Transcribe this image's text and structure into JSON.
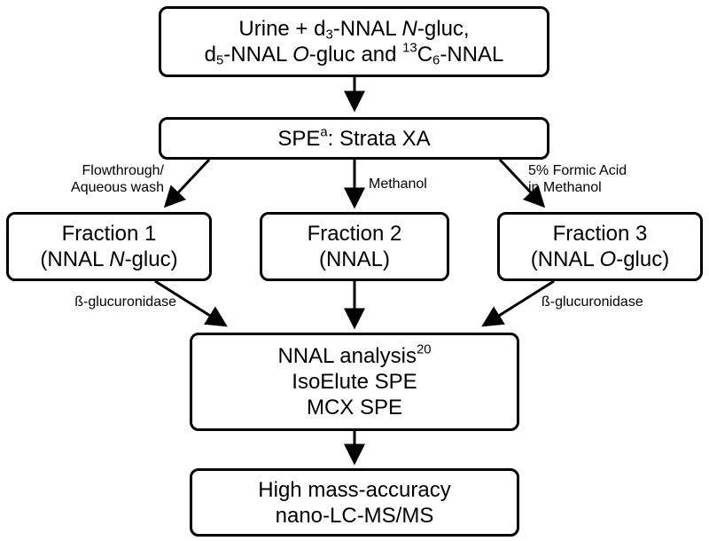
{
  "boxes": {
    "start": {
      "line1": {
        "a": "Urine + d",
        "a_sub": "3",
        "b": "-NNAL ",
        "b_it": "N",
        "c": "-gluc,"
      },
      "line2": {
        "a": "d",
        "a_sub": "5",
        "b": "-NNAL ",
        "b_it": "O",
        "c": "-gluc and ",
        "c_sup": "13",
        "d": "C",
        "d_sub": "6",
        "e": "-NNAL"
      }
    },
    "spe": {
      "text": "SPE",
      "sup": "a",
      "rest": ": Strata XA"
    },
    "fraction1": {
      "title": "Fraction 1",
      "paren_open": "(NNAL ",
      "it": "N",
      "paren_close": "-gluc)"
    },
    "fraction2": {
      "title": "Fraction 2",
      "sub": "(NNAL)"
    },
    "fraction3": {
      "title": "Fraction 3",
      "paren_open": "(NNAL ",
      "it": "O",
      "paren_close": "-gluc)"
    },
    "analysis": {
      "line1": "NNAL analysis",
      "line1_sup": "20",
      "line2": "IsoElute SPE",
      "line3": "MCX SPE"
    },
    "final": {
      "line1": "High mass-accuracy",
      "line2": "nano-LC-MS/MS"
    }
  },
  "labels": {
    "flowthrough": [
      "Flowthrough/",
      "Aqueous wash"
    ],
    "methanol": "Methanol",
    "formic": [
      "5% Formic Acid",
      "in Methanol"
    ],
    "enzyme_left": "ß-glucuronidase",
    "enzyme_right": "ß-glucuronidase"
  },
  "colors": {
    "stroke": "#000000",
    "background": "#ffffff"
  }
}
